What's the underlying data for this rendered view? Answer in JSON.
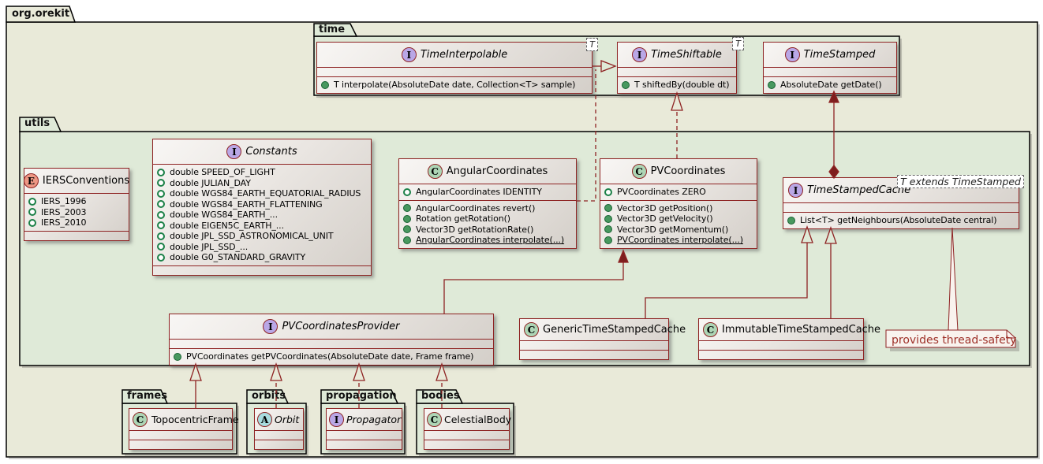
{
  "root_package": {
    "label": "org.orekit"
  },
  "packages": {
    "time": {
      "label": "time"
    },
    "utils": {
      "label": "utils"
    },
    "frames": {
      "label": "frames"
    },
    "orbits": {
      "label": "orbits"
    },
    "propagation": {
      "label": "propagation"
    },
    "bodies": {
      "label": "bodies"
    }
  },
  "classes": {
    "TimeInterpolable": {
      "kind": "interface",
      "icon": "I",
      "name": "TimeInterpolable",
      "generic": "T",
      "methods": [
        {
          "kind": "method",
          "text": "T interpolate(AbsoluteDate date, Collection<T> sample)"
        }
      ]
    },
    "TimeShiftable": {
      "kind": "interface",
      "icon": "I",
      "name": "TimeShiftable",
      "generic": "T",
      "methods": [
        {
          "kind": "method",
          "text": "T shiftedBy(double dt)"
        }
      ]
    },
    "TimeStamped": {
      "kind": "interface",
      "icon": "I",
      "name": "TimeStamped",
      "methods": [
        {
          "kind": "method",
          "text": "AbsoluteDate getDate()"
        }
      ]
    },
    "IERSConventions": {
      "kind": "enum",
      "icon": "E",
      "name": "IERSConventions",
      "fields": [
        {
          "kind": "field",
          "text": "IERS_1996"
        },
        {
          "kind": "field",
          "text": "IERS_2003"
        },
        {
          "kind": "field",
          "text": "IERS_2010"
        }
      ]
    },
    "Constants": {
      "kind": "interface",
      "icon": "I",
      "name": "Constants",
      "fields": [
        {
          "kind": "field",
          "text": "double SPEED_OF_LIGHT"
        },
        {
          "kind": "field",
          "text": "double JULIAN_DAY"
        },
        {
          "kind": "field",
          "text": "double WGS84_EARTH_EQUATORIAL_RADIUS"
        },
        {
          "kind": "field",
          "text": "double WGS84_EARTH_FLATTENING"
        },
        {
          "kind": "field",
          "text": "double WGS84_EARTH_..."
        },
        {
          "kind": "field",
          "text": "double EIGEN5C_EARTH_..."
        },
        {
          "kind": "field",
          "text": "double JPL_SSD_ASTRONOMICAL_UNIT"
        },
        {
          "kind": "field",
          "text": "double JPL_SSD_..."
        },
        {
          "kind": "field",
          "text": "double G0_STANDARD_GRAVITY"
        }
      ]
    },
    "AngularCoordinates": {
      "kind": "class",
      "icon": "C",
      "name": "AngularCoordinates",
      "fields": [
        {
          "kind": "field",
          "text": "AngularCoordinates IDENTITY"
        }
      ],
      "methods": [
        {
          "kind": "method",
          "text": "AngularCoordinates revert()"
        },
        {
          "kind": "method",
          "text": "Rotation getRotation()"
        },
        {
          "kind": "method",
          "text": "Vector3D getRotationRate()"
        },
        {
          "kind": "method",
          "text": "AngularCoordinates interpolate(...)",
          "static": true
        }
      ]
    },
    "PVCoordinates": {
      "kind": "class",
      "icon": "C",
      "name": "PVCoordinates",
      "fields": [
        {
          "kind": "field",
          "text": "PVCoordinates ZERO"
        }
      ],
      "methods": [
        {
          "kind": "method",
          "text": "Vector3D getPosition()"
        },
        {
          "kind": "method",
          "text": "Vector3D getVelocity()"
        },
        {
          "kind": "method",
          "text": "Vector3D getMomentum()"
        },
        {
          "kind": "method",
          "text": "PVCoordinates interpolate(...)",
          "static": true
        }
      ]
    },
    "TimeStampedCache": {
      "kind": "interface",
      "icon": "I",
      "name": "TimeStampedCache",
      "generic": "T extends TimeStamped",
      "methods": [
        {
          "kind": "method",
          "text": "List<T> getNeighbours(AbsoluteDate central)"
        }
      ]
    },
    "PVCoordinatesProvider": {
      "kind": "interface",
      "icon": "I",
      "name": "PVCoordinatesProvider",
      "methods": [
        {
          "kind": "method",
          "text": "PVCoordinates getPVCoordinates(AbsoluteDate date, Frame frame)"
        }
      ]
    },
    "GenericTimeStampedCache": {
      "kind": "class",
      "icon": "C",
      "name": "GenericTimeStampedCache"
    },
    "ImmutableTimeStampedCache": {
      "kind": "class",
      "icon": "C",
      "name": "ImmutableTimeStampedCache"
    },
    "TopocentricFrame": {
      "kind": "class",
      "icon": "C",
      "name": "TopocentricFrame"
    },
    "Orbit": {
      "kind": "abstract",
      "icon": "A",
      "name": "Orbit"
    },
    "Propagator": {
      "kind": "interface",
      "icon": "I",
      "name": "Propagator"
    },
    "CelestialBody": {
      "kind": "class",
      "icon": "C",
      "name": "CelestialBody"
    }
  },
  "note": {
    "text": "provides thread-safety"
  },
  "relationships": [
    {
      "from": "TimeInterpolable",
      "to": "TimeShiftable",
      "type": "extends"
    },
    {
      "from": "AngularCoordinates",
      "to": "TimeShiftable",
      "type": "implements"
    },
    {
      "from": "PVCoordinates",
      "to": "TimeShiftable",
      "type": "implements"
    },
    {
      "from": "TimeStampedCache",
      "to": "TimeStamped",
      "type": "composition"
    },
    {
      "from": "GenericTimeStampedCache",
      "to": "TimeStampedCache",
      "type": "extends"
    },
    {
      "from": "ImmutableTimeStampedCache",
      "to": "TimeStampedCache",
      "type": "extends"
    },
    {
      "from": "PVCoordinatesProvider",
      "to": "PVCoordinates",
      "type": "association"
    },
    {
      "from": "TopocentricFrame",
      "to": "PVCoordinatesProvider",
      "type": "extends"
    },
    {
      "from": "Orbit",
      "to": "PVCoordinatesProvider",
      "type": "implements"
    },
    {
      "from": "Propagator",
      "to": "PVCoordinatesProvider",
      "type": "implements"
    },
    {
      "from": "CelestialBody",
      "to": "PVCoordinatesProvider",
      "type": "implements"
    },
    {
      "from": "note",
      "to": "TimeStampedCache",
      "type": "note"
    }
  ],
  "colors": {
    "outer_package_fill": "#e9ead9",
    "inner_package_fill": "#dfead8",
    "line": "#8e2323",
    "interface_icon": "#b9a7e6",
    "class_icon": "#add5b5",
    "enum_icon": "#ed9784",
    "abstract_icon": "#a9dcdf",
    "note_fill": "#f9f3ee",
    "note_text": "#9e3028"
  }
}
